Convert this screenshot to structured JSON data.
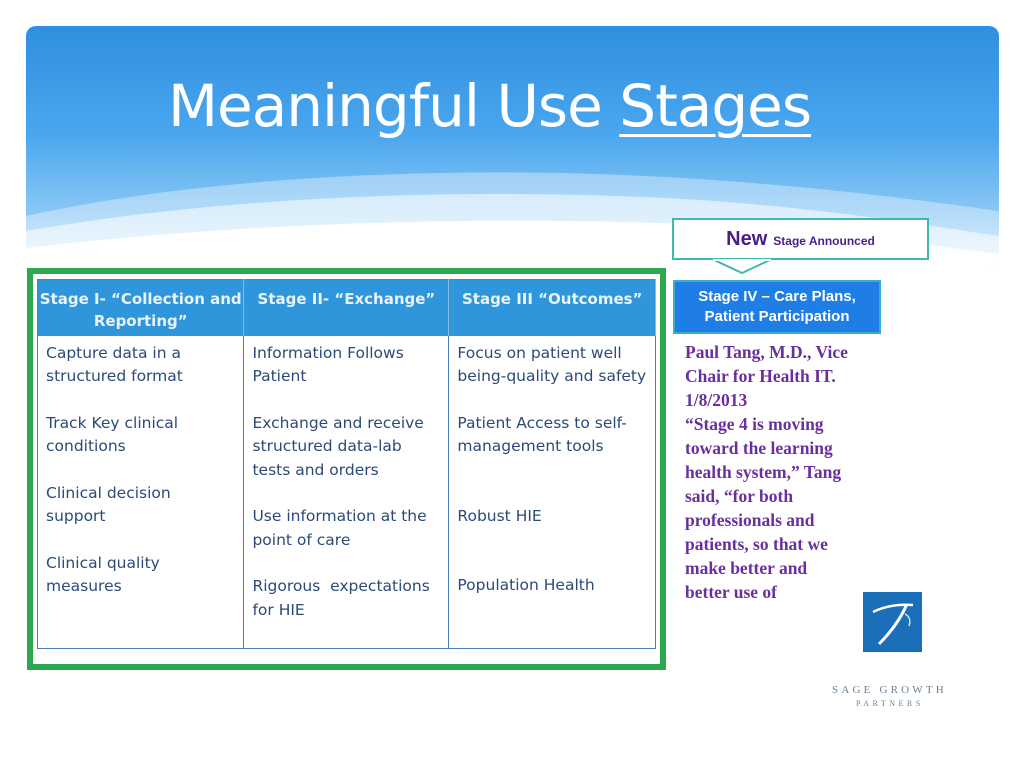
{
  "slide": {
    "title_main": "Meaningful Use ",
    "title_underlined": "Stages"
  },
  "callout": {
    "new_big": "New",
    "new_small": "Stage Announced",
    "stage4_line1": "Stage IV – Care Plans,",
    "stage4_line2": "Patient Participation"
  },
  "table": {
    "headers": [
      [
        "Stage I- “Collection and",
        "Reporting”"
      ],
      [
        "Stage II- “Exchange”"
      ],
      [
        "Stage III “Outcomes”"
      ]
    ],
    "columns": [
      {
        "items": [
          [
            "Capture data in a",
            "structured format"
          ],
          [
            "Track Key clinical",
            "conditions"
          ],
          [
            "Clinical decision",
            "support"
          ],
          [
            "Clinical quality",
            "measures"
          ]
        ]
      },
      {
        "items": [
          [
            "Information Follows",
            "Patient"
          ],
          [
            "Exchange and receive",
            "structured data-lab",
            "tests and orders"
          ],
          [
            "Use information at the",
            "point of care"
          ],
          [
            "Rigorous  expectations",
            "for HIE"
          ]
        ]
      },
      {
        "items": [
          [
            "Focus on patient well",
            "being-quality and safety"
          ],
          [
            "Patient Access to self-",
            "management tools"
          ],
          [
            "Robust HIE"
          ],
          [
            "Population Health"
          ]
        ]
      }
    ]
  },
  "quote": {
    "lines": [
      "Paul Tang, M.D., Vice",
      "Chair for Health IT.",
      "1/8/2013",
      "“Stage 4 is moving",
      "toward the learning",
      "health system,” Tang",
      "said, “for both",
      "professionals and",
      "patients, so that we",
      "make better and",
      "better use of"
    ]
  },
  "brand": {
    "line1": "SAGE GROWTH",
    "line2": "PARTNERS"
  },
  "colors": {
    "header_blue": "#2f8fe0",
    "table_header": "#2f96dc",
    "frame_green": "#2ea84f",
    "quote_purple": "#6a2f9e"
  }
}
